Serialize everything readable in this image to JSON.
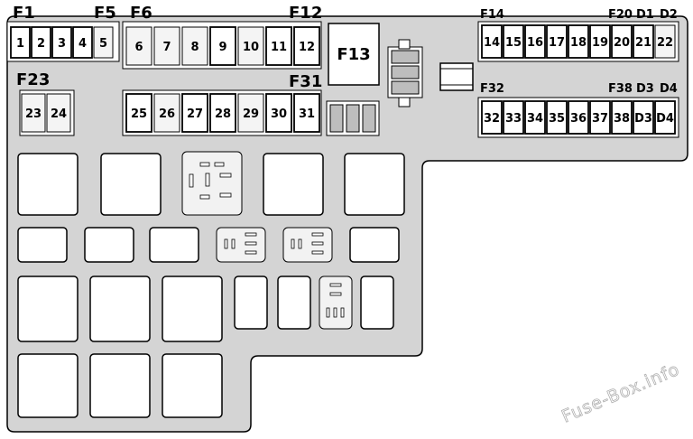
{
  "diagram": {
    "colors": {
      "housing_fill": "#d4d4d4",
      "slot_fill": "#ffffff",
      "active_fill": "#ffffff",
      "spare_fill": "#f4f4f4",
      "stroke": "#000000",
      "watermark_stroke": "#b0b0b0"
    },
    "group_labels": {
      "f1": "F1",
      "f5": "F5",
      "f6": "F6",
      "f12": "F12",
      "f13": "F13",
      "f14": "F14",
      "f20": "F20",
      "d1": "D1",
      "d2": "D2",
      "f23": "F23",
      "f31": "F31",
      "f32": "F32",
      "f38": "F38",
      "d3": "D3",
      "d4": "D4"
    },
    "fuses": {
      "row1": [
        "1",
        "2",
        "3",
        "4",
        "5"
      ],
      "row2": [
        "6",
        "7",
        "8",
        "9",
        "10",
        "11",
        "12"
      ],
      "row3": [
        "14",
        "15",
        "16",
        "17",
        "18",
        "19",
        "20",
        "21",
        "22"
      ],
      "row4": [
        "23",
        "24"
      ],
      "row5": [
        "25",
        "26",
        "27",
        "28",
        "29",
        "30",
        "31"
      ],
      "row6": [
        "32",
        "33",
        "34",
        "35",
        "36",
        "37",
        "38",
        "D3",
        "D4"
      ]
    },
    "watermark": "Fuse-Box.info"
  }
}
